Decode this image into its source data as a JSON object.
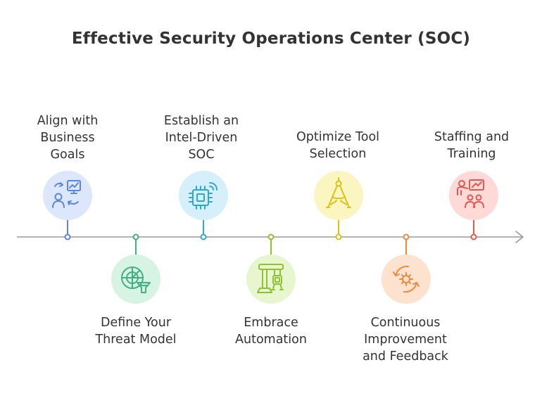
{
  "title": "Effective Security Operations Center (SOC)",
  "steps": [
    {
      "label": "Align with\nBusiness\nGoals",
      "icon": "strategy-presentation-icon",
      "color": "#5b87e0",
      "bg": "#dde7fb"
    },
    {
      "label": "Define Your\nThreat Model",
      "icon": "radar-filter-icon",
      "color": "#3fb27f",
      "bg": "#d6f3e4"
    },
    {
      "label": "Establish an\nIntel-Driven\nSOC",
      "icon": "chip-wireless-icon",
      "color": "#2ea7d6",
      "bg": "#d5f0fb"
    },
    {
      "label": "Embrace\nAutomation",
      "icon": "robot-arm-icon",
      "color": "#8fc22f",
      "bg": "#e8f6cf"
    },
    {
      "label": "Optimize Tool\nSelection",
      "icon": "compass-tool-icon",
      "color": "#d9c416",
      "bg": "#fbf5c2"
    },
    {
      "label": "Continuous\nImprovement\nand Feedback",
      "icon": "gear-cycle-icon",
      "color": "#f08a3a",
      "bg": "#fde3cf"
    },
    {
      "label": "Staffing and\nTraining",
      "icon": "team-training-icon",
      "color": "#e4584f",
      "bg": "#fddad7"
    }
  ]
}
